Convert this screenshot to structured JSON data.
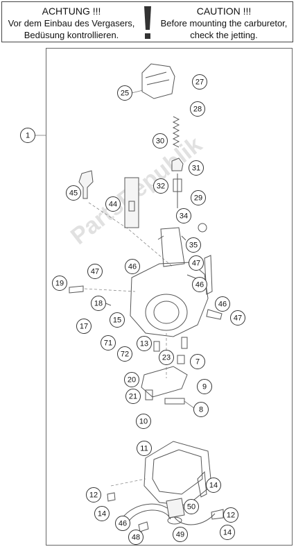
{
  "warning": {
    "de": {
      "title": "ACHTUNG !!!",
      "line1": "Vor dem Einbau des Vergasers,",
      "line2": "Bedüsung kontrollieren."
    },
    "en": {
      "title": "CAUTION !!!",
      "line1": "Before mounting the carburetor,",
      "line2": "check the jetting."
    },
    "icon": "exclamation-icon"
  },
  "watermark": "PartsRepublik",
  "callouts": [
    {
      "id": "c1",
      "label": "1"
    },
    {
      "id": "c25",
      "label": "25"
    },
    {
      "id": "c27",
      "label": "27"
    },
    {
      "id": "c28",
      "label": "28"
    },
    {
      "id": "c30",
      "label": "30"
    },
    {
      "id": "c31",
      "label": "31"
    },
    {
      "id": "c45",
      "label": "45"
    },
    {
      "id": "c32",
      "label": "32"
    },
    {
      "id": "c29",
      "label": "29"
    },
    {
      "id": "c44",
      "label": "44"
    },
    {
      "id": "c34",
      "label": "34"
    },
    {
      "id": "c35",
      "label": "35"
    },
    {
      "id": "c47a",
      "label": "47"
    },
    {
      "id": "c46a",
      "label": "46"
    },
    {
      "id": "c47b",
      "label": "47"
    },
    {
      "id": "c19",
      "label": "19"
    },
    {
      "id": "c46b",
      "label": "46"
    },
    {
      "id": "c18",
      "label": "18"
    },
    {
      "id": "c46c",
      "label": "46"
    },
    {
      "id": "c17",
      "label": "17"
    },
    {
      "id": "c15",
      "label": "15"
    },
    {
      "id": "c47c",
      "label": "47"
    },
    {
      "id": "c71",
      "label": "71"
    },
    {
      "id": "c13",
      "label": "13"
    },
    {
      "id": "c72",
      "label": "72"
    },
    {
      "id": "c23",
      "label": "23"
    },
    {
      "id": "c7",
      "label": "7"
    },
    {
      "id": "c20",
      "label": "20"
    },
    {
      "id": "c9",
      "label": "9"
    },
    {
      "id": "c21",
      "label": "21"
    },
    {
      "id": "c8",
      "label": "8"
    },
    {
      "id": "c10",
      "label": "10"
    },
    {
      "id": "c11",
      "label": "11"
    },
    {
      "id": "c14a",
      "label": "14"
    },
    {
      "id": "c12a",
      "label": "12"
    },
    {
      "id": "c14b",
      "label": "14"
    },
    {
      "id": "c50",
      "label": "50"
    },
    {
      "id": "c12b",
      "label": "12"
    },
    {
      "id": "c46d",
      "label": "46"
    },
    {
      "id": "c48",
      "label": "48"
    },
    {
      "id": "c49",
      "label": "49"
    },
    {
      "id": "c14c",
      "label": "14"
    }
  ]
}
